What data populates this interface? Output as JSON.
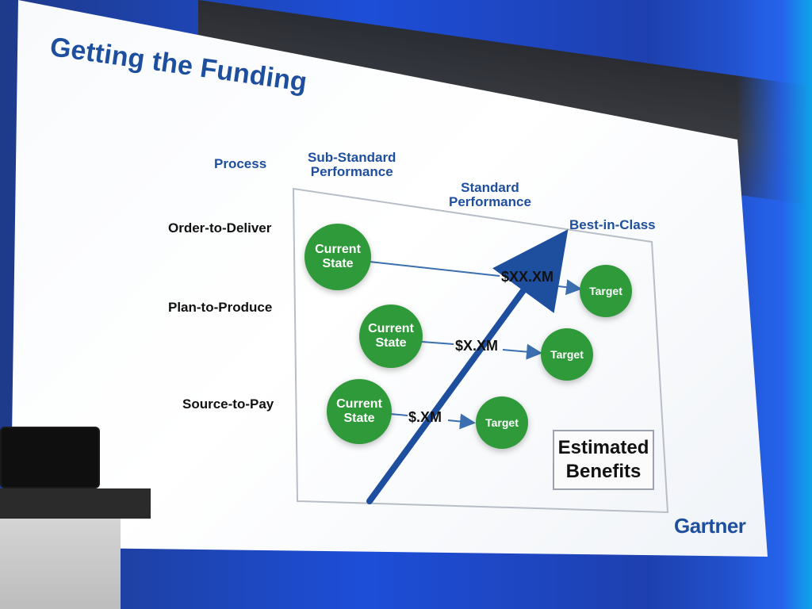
{
  "slide": {
    "title": "Getting the Funding",
    "brand": "Gartner"
  },
  "columns": {
    "process": "Process",
    "sub_standard": "Sub-Standard\nPerformance",
    "standard": "Standard\nPerformance",
    "best_in_class": "Best-in-Class"
  },
  "rows": [
    {
      "label": "Order-to-Deliver",
      "current_label": "Current\nState",
      "amount": "$XX.XM",
      "target_label": "Target"
    },
    {
      "label": "Plan-to-Produce",
      "current_label": "Current\nState",
      "amount": "$X.XM",
      "target_label": "Target"
    },
    {
      "label": "Source-to-Pay",
      "current_label": "Current\nState",
      "amount": "$.XM",
      "target_label": "Target"
    }
  ],
  "callout": {
    "text": "Estimated\nBenefits"
  },
  "colors": {
    "accent_blue": "#1e4f9e",
    "circle_green": "#2f9a3a",
    "arrow_blue": "#1e4f9e"
  }
}
